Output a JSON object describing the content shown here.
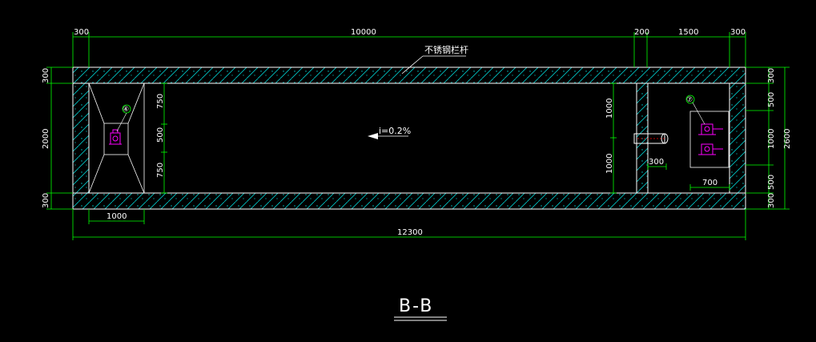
{
  "drawing": {
    "section_title": "B-B",
    "railing_note": "不锈钢栏杆",
    "slope_note": "i=0.2%",
    "callout_left": "④",
    "callout_right": "⑦",
    "colors": {
      "background": "#000000",
      "dimension": "#00ff00",
      "wall": "#00cccc",
      "equipment": "#ff00ff",
      "text": "#ffffff"
    }
  },
  "dimensions": {
    "top": [
      "300",
      "10000",
      "200",
      "1500",
      "300"
    ],
    "bottom_total": "12300",
    "bottom_left": "1000",
    "left": [
      "300",
      "2000",
      "300"
    ],
    "right": [
      "300",
      "500",
      "1000",
      "500",
      "300"
    ],
    "right_total": "2600",
    "inner_left": [
      "750",
      "500",
      "750"
    ],
    "inner_right": [
      "1000",
      "1000"
    ],
    "pipe": "300",
    "pump_spacing": "700"
  }
}
